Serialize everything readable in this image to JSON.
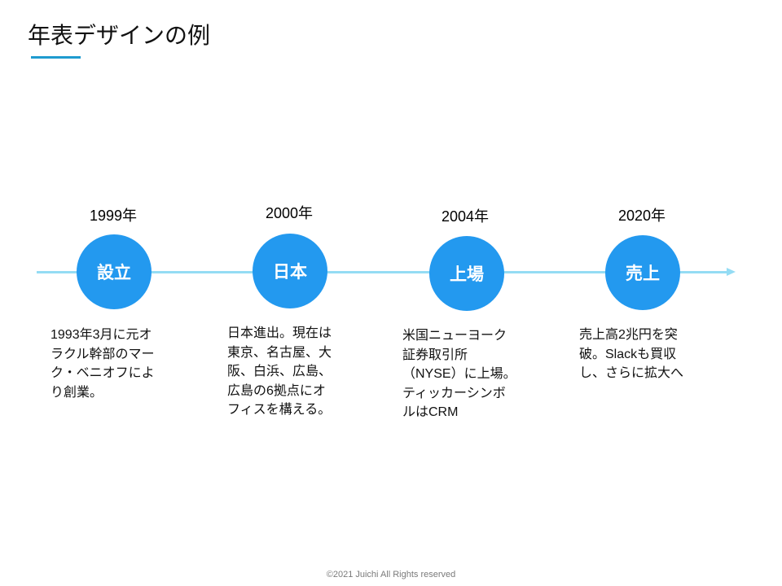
{
  "slide": {
    "title": "年表デザインの例",
    "accent_color": "#1f9bcf",
    "line_color": "#94dcf4",
    "node_color": "#2399ef"
  },
  "timeline": {
    "events": [
      {
        "year": "1999年",
        "label": "設立",
        "description": "1993年3月に元オ\nラクル幹部のマー\nク・ベニオフによ\nり創業。"
      },
      {
        "year": "2000年",
        "label": "日本",
        "description": "日本進出。現在は\n東京、名古屋、大\n阪、白浜、広島、\n広島の6拠点にオ\nフィスを構える。"
      },
      {
        "year": "2004年",
        "label": "上場",
        "description": "米国ニューヨーク\n証券取引所\n（NYSE）に上場。\nティッカーシンボ\nルはCRM"
      },
      {
        "year": "2020年",
        "label": "売上",
        "description": "売上高2兆円を突\n破。Slackも買収\nし、さらに拡大へ"
      }
    ]
  },
  "footer": {
    "copyright": "©2021 Juichi All Rights reserved"
  }
}
